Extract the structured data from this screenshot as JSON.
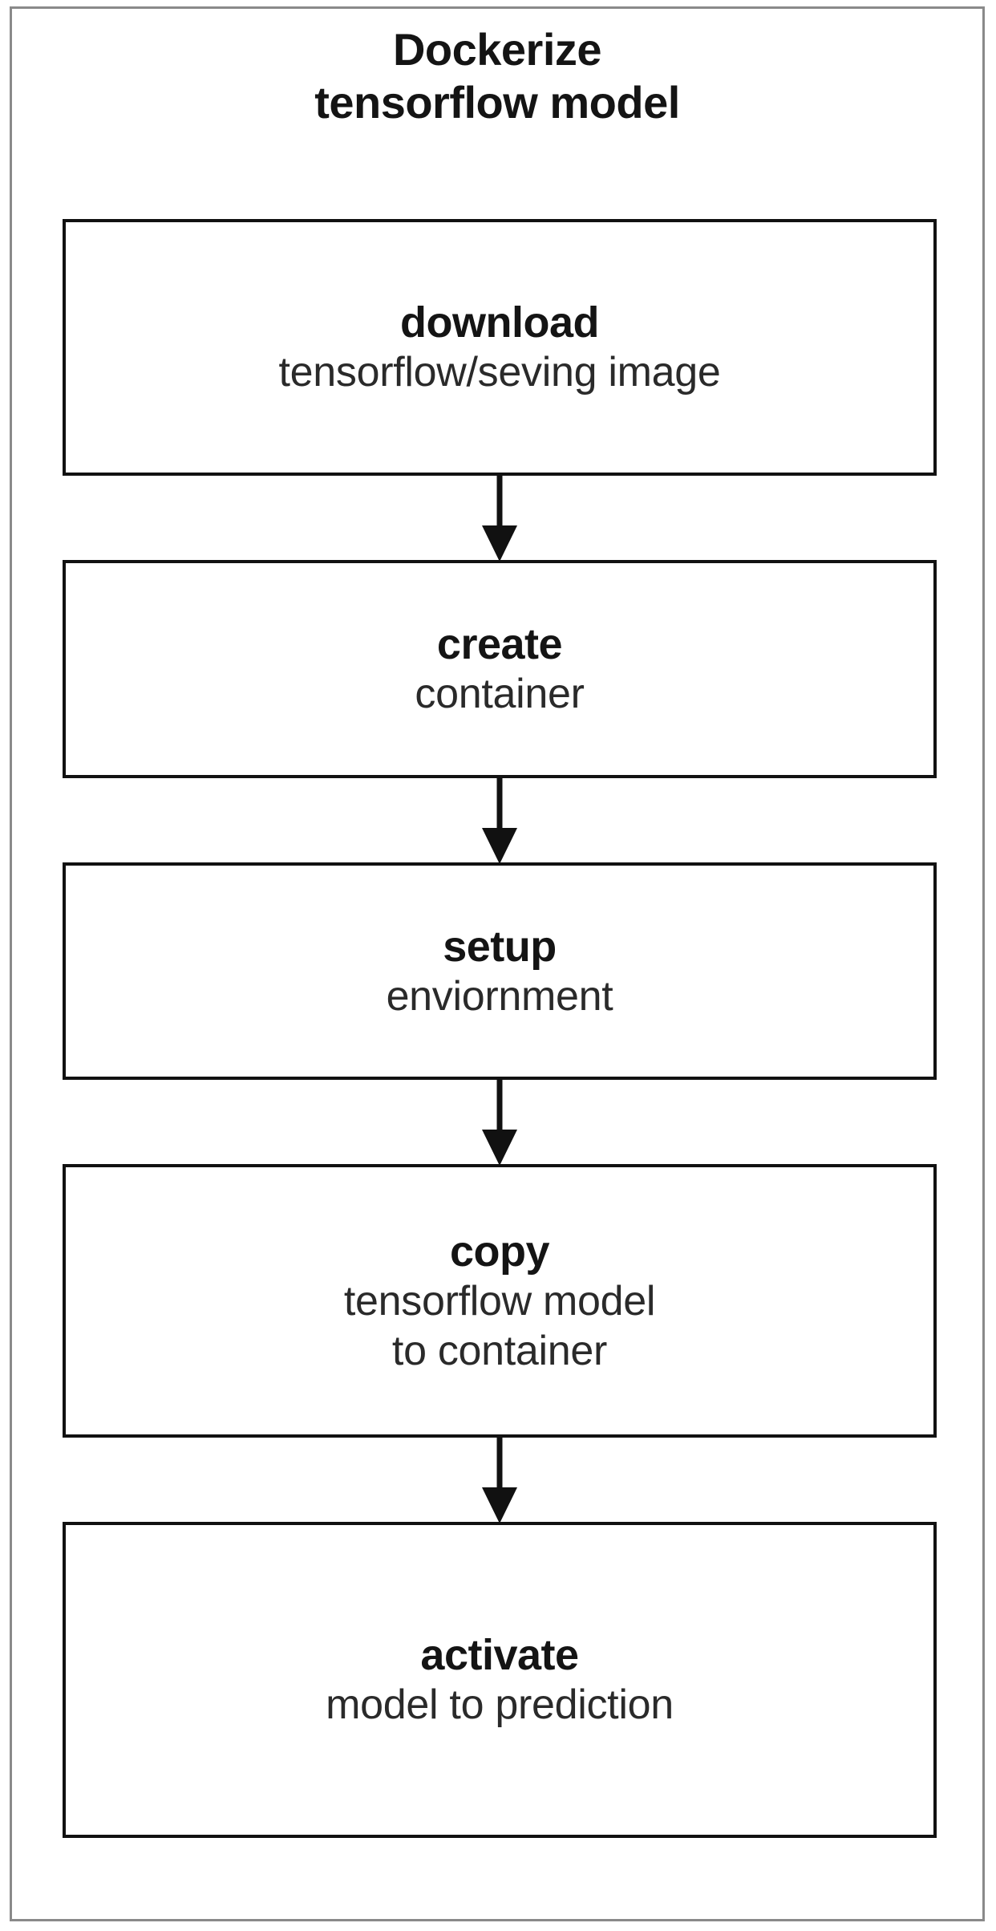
{
  "diagram": {
    "title_lines": [
      "Dockerize",
      "tensorflow model"
    ],
    "colors": {
      "outer_frame_border": "#8a8a8a",
      "box_border": "#111111",
      "arrow": "#111111",
      "text": "#141414",
      "background": "#ffffff"
    },
    "steps": [
      {
        "title": "download",
        "detail_lines": [
          "tensorflow/seving image"
        ]
      },
      {
        "title": "create",
        "detail_lines": [
          "container"
        ]
      },
      {
        "title": "setup",
        "detail_lines": [
          "enviornment"
        ]
      },
      {
        "title": "copy",
        "detail_lines": [
          "tensorflow model",
          "to container"
        ]
      },
      {
        "title": "activate",
        "detail_lines": [
          "model to prediction"
        ]
      }
    ],
    "arrows": [
      {
        "from": "download",
        "to": "create",
        "direction": "down"
      },
      {
        "from": "create",
        "to": "setup",
        "direction": "down"
      },
      {
        "from": "setup",
        "to": "copy",
        "direction": "down"
      },
      {
        "from": "copy",
        "to": "activate",
        "direction": "down"
      }
    ]
  }
}
